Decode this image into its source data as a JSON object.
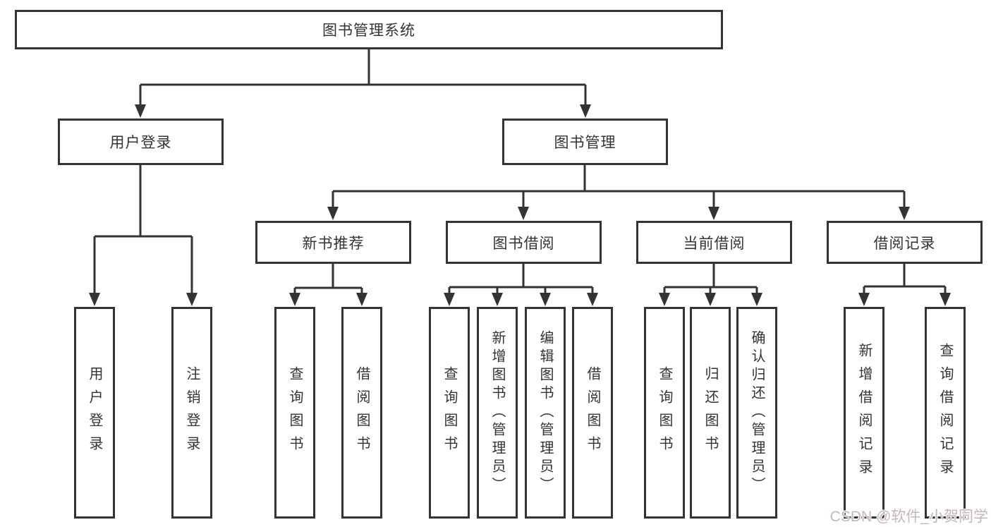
{
  "diagram": {
    "root": "图书管理系统",
    "level2": {
      "user_login": {
        "label": "用户登录",
        "children": [
          "用户登录",
          "注销登录"
        ]
      },
      "book_management": {
        "label": "图书管理",
        "children": {
          "new_book_recommendation": {
            "label": "新书推荐",
            "children": [
              "查询图书",
              "借阅图书"
            ]
          },
          "book_borrowing": {
            "label": "图书借阅",
            "children": [
              "查询图书",
              "新增图书（管理员）",
              "编辑图书（管理员）",
              "借阅图书"
            ]
          },
          "current_borrowing": {
            "label": "当前借阅",
            "children": [
              "查询图书",
              "归还图书",
              "确认归还（管理员）"
            ]
          },
          "borrowing_records": {
            "label": "借阅记录",
            "children": [
              "新增借阅记录",
              "查询借阅记录"
            ]
          }
        }
      }
    },
    "line_color": "#333333"
  },
  "watermark": "CSDN @软件_小贺同学"
}
